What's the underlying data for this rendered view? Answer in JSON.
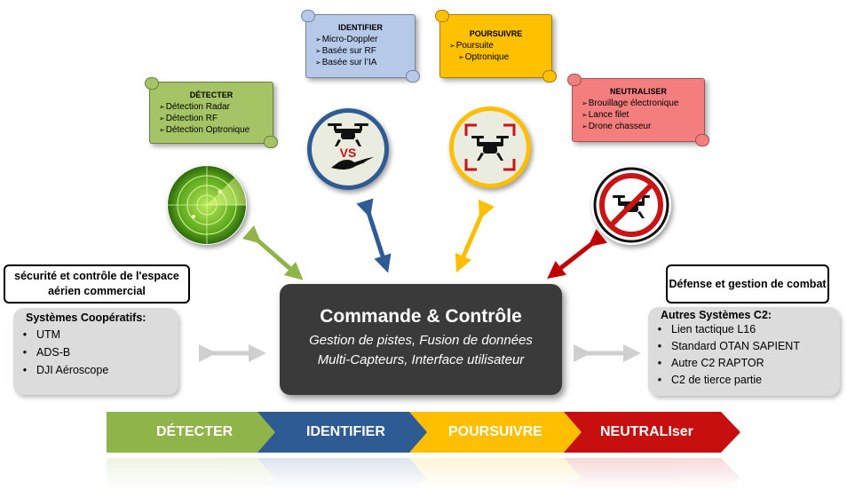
{
  "scrolls": {
    "detecter": {
      "title": "DÉTECTER",
      "items": [
        "Détection Radar",
        "Détection RF",
        "Détection Optronique"
      ],
      "color": "#a4c465"
    },
    "identifier": {
      "title": "IDENTIFIER",
      "items": [
        "Micro-Doppler",
        "Basée sur RF",
        "Basée sur l’IA"
      ],
      "color": "#b6c9e8"
    },
    "poursuivre": {
      "title": "POURSUIVRE",
      "items": [
        "Poursuite",
        "Optronique"
      ],
      "color": "#ffc000"
    },
    "neutraliser": {
      "title": "NEUTRALISER",
      "items": [
        "Brouillage électronique",
        "Lance filet",
        "Drone chasseur"
      ],
      "color": "#f47e7e"
    }
  },
  "icons": {
    "vs_label": "VS"
  },
  "left_label": "sécurité et contrôle de l'espace aérien commercial",
  "right_label": "Défense et gestion de combat",
  "left_box": {
    "title": "Systèmes Coopératifs:",
    "items": [
      "UTM",
      "ADS-B",
      "DJI Aéroscope"
    ]
  },
  "right_box": {
    "title": "Autres Systèmes C2:",
    "items": [
      "Lien tactique L16",
      "Standard OTAN SAPIENT",
      "Autre C2 RAPTOR",
      "C2 de tierce partie"
    ]
  },
  "c2": {
    "title": "Commande & Contrôle",
    "line1": "Gestion de pistes, Fusion de données",
    "line2": "Multi-Capteurs, Interface utilisateur"
  },
  "chevrons": [
    {
      "label": "DÉTECTER",
      "color": "#8fb44a"
    },
    {
      "label": "IDENTIFIER",
      "color": "#2e5b94"
    },
    {
      "label": "POURSUIVRE",
      "color": "#ffbf00"
    },
    {
      "label": "NEUTRALIser",
      "color": "#c80f0f"
    }
  ]
}
